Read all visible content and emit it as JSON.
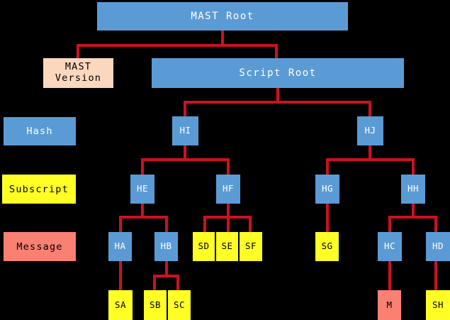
{
  "diagram": {
    "title": "MAST Root",
    "background_color": "#000000",
    "edge_color": "#cc1122",
    "colors": {
      "hash": "#5b9bd5",
      "subscript": "#ffff26",
      "message": "#fa8072",
      "version": "#fad7bd"
    }
  },
  "legend": {
    "items": [
      {
        "label": "Hash",
        "type": "hash",
        "color": "#5b9bd5"
      },
      {
        "label": "Subscript",
        "type": "subscript",
        "color": "#ffff26"
      },
      {
        "label": "Message",
        "type": "message",
        "color": "#fa8072"
      }
    ]
  },
  "nodes": {
    "mast_root": {
      "label": "MAST Root",
      "type": "hash"
    },
    "mast_version": {
      "label": "MAST\nVersion",
      "type": "version"
    },
    "script_root": {
      "label": "Script Root",
      "type": "hash"
    },
    "hi": {
      "label": "HI",
      "type": "hash"
    },
    "hj": {
      "label": "HJ",
      "type": "hash"
    },
    "he": {
      "label": "HE",
      "type": "hash"
    },
    "hf": {
      "label": "HF",
      "type": "hash"
    },
    "hg": {
      "label": "HG",
      "type": "hash"
    },
    "hh": {
      "label": "HH",
      "type": "hash"
    },
    "ha": {
      "label": "HA",
      "type": "hash"
    },
    "hb": {
      "label": "HB",
      "type": "hash"
    },
    "hc": {
      "label": "HC",
      "type": "hash"
    },
    "hd": {
      "label": "HD",
      "type": "hash"
    },
    "sd": {
      "label": "SD",
      "type": "subscript"
    },
    "se": {
      "label": "SE",
      "type": "subscript"
    },
    "sf": {
      "label": "SF",
      "type": "subscript"
    },
    "sg": {
      "label": "SG",
      "type": "subscript"
    },
    "sa": {
      "label": "SA",
      "type": "subscript"
    },
    "sb": {
      "label": "SB",
      "type": "subscript"
    },
    "sc": {
      "label": "SC",
      "type": "subscript"
    },
    "sh": {
      "label": "SH",
      "type": "subscript"
    },
    "m": {
      "label": "M",
      "type": "message"
    }
  },
  "tree": {
    "root": "MAST Root",
    "edges": [
      {
        "from": "MAST Root",
        "to": "MAST Version"
      },
      {
        "from": "MAST Root",
        "to": "Script Root"
      },
      {
        "from": "Script Root",
        "to": "HI"
      },
      {
        "from": "Script Root",
        "to": "HJ"
      },
      {
        "from": "HI",
        "to": "HE"
      },
      {
        "from": "HI",
        "to": "HF"
      },
      {
        "from": "HJ",
        "to": "HG"
      },
      {
        "from": "HJ",
        "to": "HH"
      },
      {
        "from": "HE",
        "to": "HA"
      },
      {
        "from": "HE",
        "to": "HB"
      },
      {
        "from": "HF",
        "to": "SD"
      },
      {
        "from": "HF",
        "to": "SE"
      },
      {
        "from": "HF",
        "to": "SF"
      },
      {
        "from": "HG",
        "to": "SG"
      },
      {
        "from": "HH",
        "to": "HC"
      },
      {
        "from": "HH",
        "to": "HD"
      },
      {
        "from": "HA",
        "to": "SA"
      },
      {
        "from": "HB",
        "to": "SB"
      },
      {
        "from": "HB",
        "to": "SC"
      },
      {
        "from": "HC",
        "to": "M"
      },
      {
        "from": "HD",
        "to": "SH"
      }
    ]
  }
}
